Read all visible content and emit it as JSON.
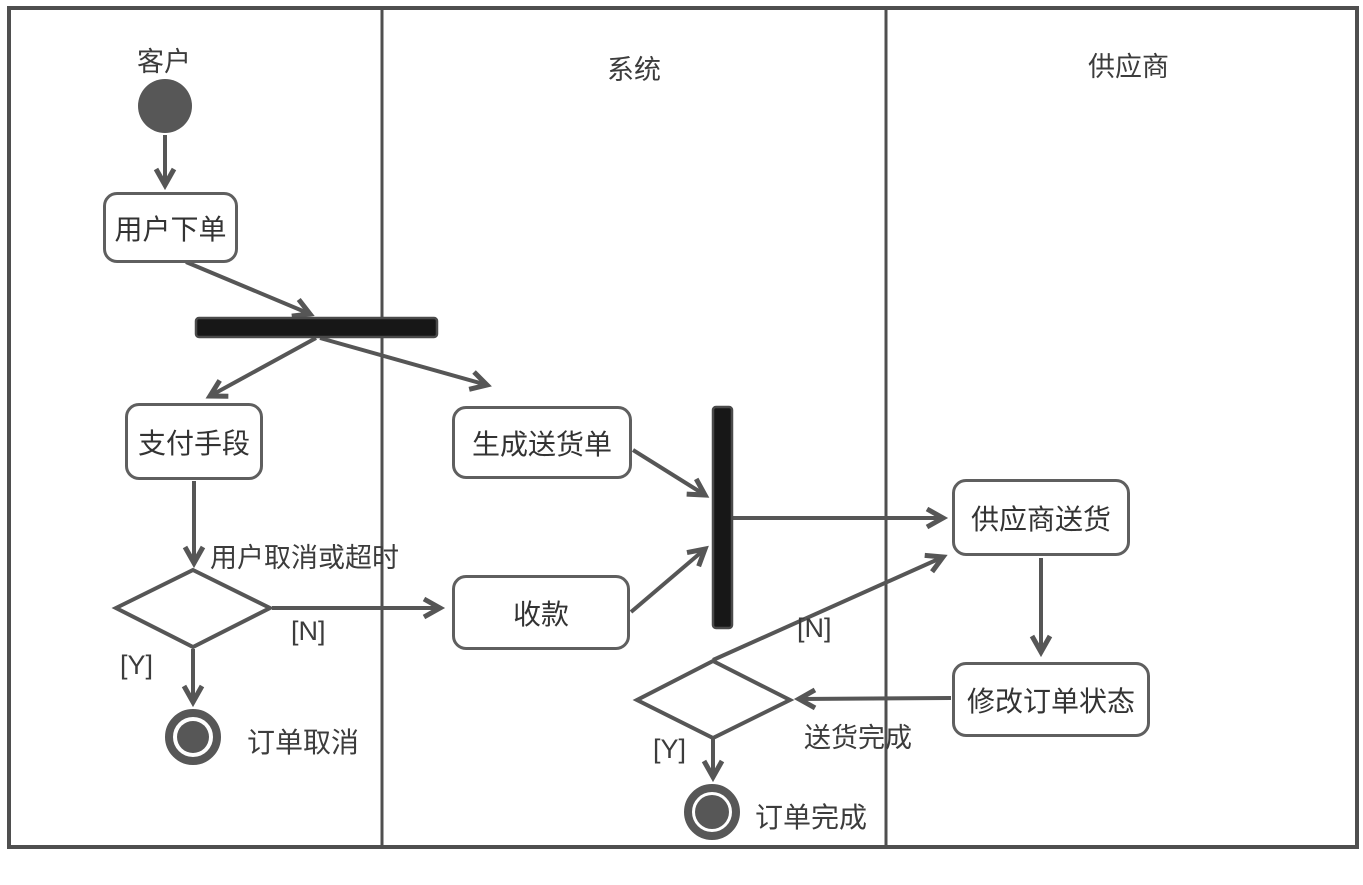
{
  "diagram_type": "uml-activity-diagram-with-swimlanes",
  "lanes": [
    {
      "id": "customer",
      "label": "客户"
    },
    {
      "id": "system",
      "label": "系统"
    },
    {
      "id": "supplier",
      "label": "供应商"
    }
  ],
  "activities": {
    "place_order": "用户下单",
    "payment_method": "支付手段",
    "generate_delivery_note": "生成送货单",
    "collect_payment": "收款",
    "supplier_delivery": "供应商送货",
    "update_order_status": "修改订单状态"
  },
  "guards": {
    "cancel_or_timeout": "用户取消或超时",
    "delivery_done": "送货完成",
    "n1": "[N]",
    "y1": "[Y]",
    "n2": "[N]",
    "y2": "[Y]"
  },
  "terminals": {
    "order_cancelled": "订单取消",
    "order_completed": "订单完成"
  },
  "edges": [
    {
      "from": "start",
      "to": "place_order",
      "guard": ""
    },
    {
      "from": "place_order",
      "to": "fork_bar",
      "guard": ""
    },
    {
      "from": "fork_bar",
      "to": "payment_method",
      "guard": ""
    },
    {
      "from": "fork_bar",
      "to": "generate_delivery_note",
      "guard": ""
    },
    {
      "from": "payment_method",
      "to": "decision_1",
      "guard": "用户取消或超时"
    },
    {
      "from": "decision_1",
      "to": "collect_payment",
      "guard": "[N]"
    },
    {
      "from": "decision_1",
      "to": "end_order_cancelled",
      "guard": "[Y]"
    },
    {
      "from": "generate_delivery_note",
      "to": "join_bar",
      "guard": ""
    },
    {
      "from": "collect_payment",
      "to": "join_bar",
      "guard": ""
    },
    {
      "from": "join_bar",
      "to": "supplier_delivery",
      "guard": ""
    },
    {
      "from": "supplier_delivery",
      "to": "update_order_status",
      "guard": ""
    },
    {
      "from": "update_order_status",
      "to": "decision_2",
      "guard": "送货完成"
    },
    {
      "from": "decision_2",
      "to": "supplier_delivery",
      "guard": "[N]"
    },
    {
      "from": "decision_2",
      "to": "end_order_completed",
      "guard": "[Y]"
    }
  ],
  "colors": {
    "line": "#565656",
    "bar_fill": "#171717",
    "node_fill": "#ffffff",
    "text": "#333333"
  }
}
